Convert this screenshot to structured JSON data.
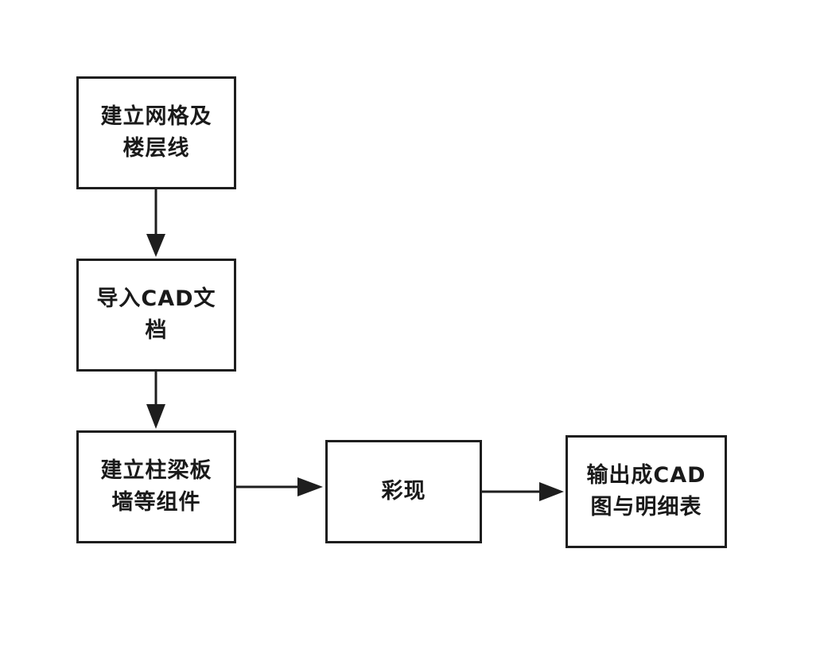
{
  "nodes": {
    "n1": {
      "label": "建立网格及\n楼层线"
    },
    "n2": {
      "label": "导入CAD文\n档"
    },
    "n3": {
      "label": "建立柱梁板\n墙等组件"
    },
    "n4": {
      "label": "彩现"
    },
    "n5": {
      "label": "输出成CAD\n图与明细表"
    }
  },
  "edges": [
    {
      "from": "n1",
      "to": "n2"
    },
    {
      "from": "n2",
      "to": "n3"
    },
    {
      "from": "n3",
      "to": "n4"
    },
    {
      "from": "n4",
      "to": "n5"
    }
  ],
  "colors": {
    "stroke": "#1e1e1e",
    "text": "#1a1a1a",
    "background": "#ffffff"
  }
}
